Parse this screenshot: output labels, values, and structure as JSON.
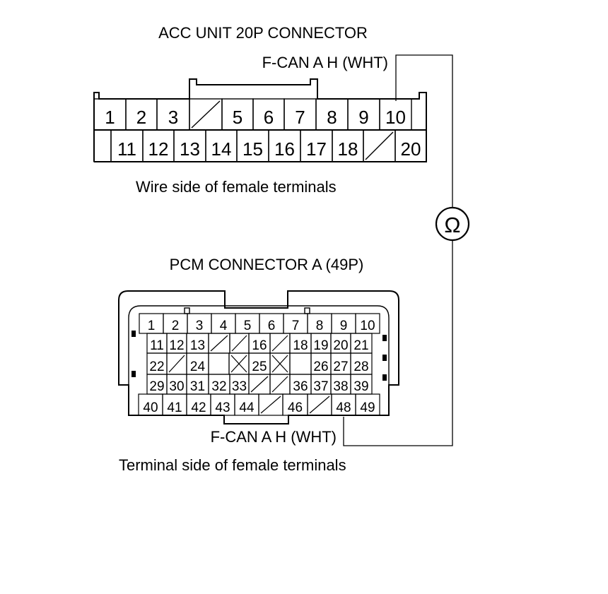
{
  "acc_connector": {
    "title": "ACC UNIT 20P CONNECTOR",
    "wire_label": "F-CAN A H (WHT)",
    "caption": "Wire side of female terminals",
    "row1": [
      "1",
      "2",
      "3",
      "",
      "5",
      "6",
      "7",
      "8",
      "9",
      "10"
    ],
    "row2": [
      "",
      "11",
      "12",
      "13",
      "14",
      "15",
      "16",
      "17",
      "18",
      "",
      "20"
    ]
  },
  "pcm_connector": {
    "title": "PCM CONNECTOR A (49P)",
    "wire_label": "F-CAN A H (WHT)",
    "caption": "Terminal side of female terminals",
    "row1": [
      "1",
      "2",
      "3",
      "4",
      "5",
      "6",
      "7",
      "8",
      "9",
      "10"
    ],
    "row2": [
      "11",
      "12",
      "13",
      "",
      "",
      "16",
      "",
      "18",
      "19",
      "20",
      "21"
    ],
    "row3": [
      "22",
      "",
      "24",
      "",
      "",
      "25",
      "",
      "",
      "26",
      "27",
      "28"
    ],
    "row4": [
      "29",
      "30",
      "31",
      "32",
      "33",
      "",
      "",
      "36",
      "37",
      "38",
      "39"
    ],
    "row5": [
      "40",
      "41",
      "42",
      "43",
      "44",
      "",
      "46",
      "",
      "48",
      "49"
    ]
  },
  "meter": {
    "symbol": "Ω",
    "name": "ohmmeter"
  }
}
